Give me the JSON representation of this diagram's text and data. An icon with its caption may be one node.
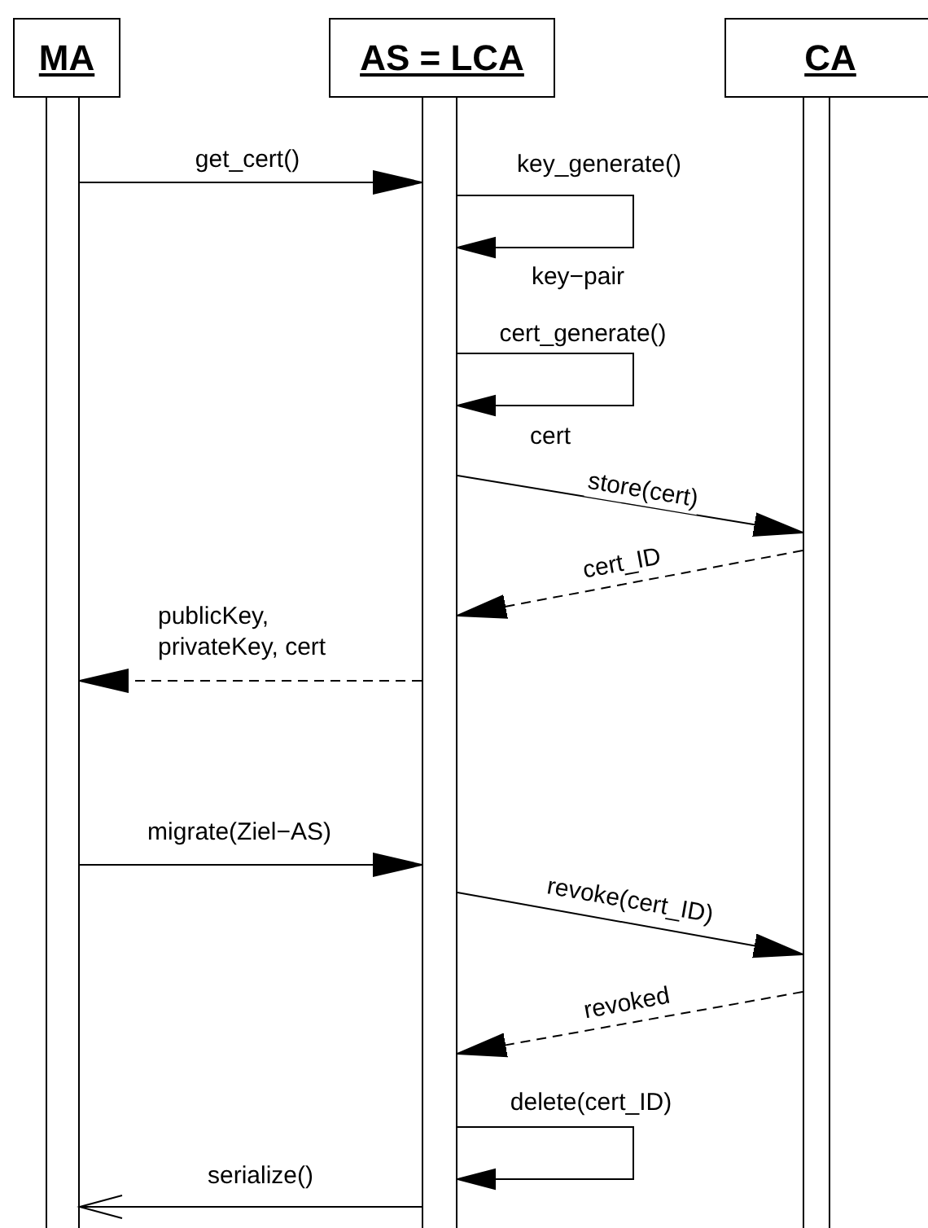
{
  "diagram": {
    "nodes": [
      {
        "text": [
          "MA"
        ]
      },
      {
        "text": [
          "AS = LCA"
        ]
      },
      {
        "text": [
          "CA"
        ]
      },
      {
        "text": [],
        "shape": "bar"
      },
      {
        "text": [],
        "shape": "bar"
      },
      {
        "text": [],
        "shape": "bar"
      }
    ],
    "edges": [
      {
        "from": 3,
        "to": 4,
        "arrow": "to",
        "label": "get_cert()"
      },
      {
        "from": 4,
        "to": 4,
        "arrow": "to",
        "label": "key_generate()"
      },
      {
        "from": 4,
        "to": 4,
        "arrow": "to",
        "label": "cert_generate()"
      },
      {
        "from": 4,
        "to": 5,
        "arrow": "to",
        "label": "store(cert)"
      },
      {
        "from": 5,
        "to": 4,
        "arrow": "to",
        "label": "cert_ID",
        "style": "dashed"
      },
      {
        "from": 4,
        "to": 3,
        "arrow": "to",
        "label": "publicKey, privateKey, cert",
        "style": "dashed"
      },
      {
        "from": 3,
        "to": 4,
        "arrow": "to",
        "label": "migrate(Ziel−AS)"
      },
      {
        "from": 4,
        "to": 5,
        "arrow": "to",
        "label": "revoke(cert_ID)"
      },
      {
        "from": 5,
        "to": 4,
        "arrow": "to",
        "label": "revoked",
        "style": "dashed"
      },
      {
        "from": 4,
        "to": 4,
        "arrow": "to",
        "label": "delete(cert_ID)"
      },
      {
        "from": 4,
        "to": 3,
        "arrow": "to",
        "label": "serialize()"
      }
    ],
    "labels": [
      "key−pair",
      "cert"
    ]
  }
}
